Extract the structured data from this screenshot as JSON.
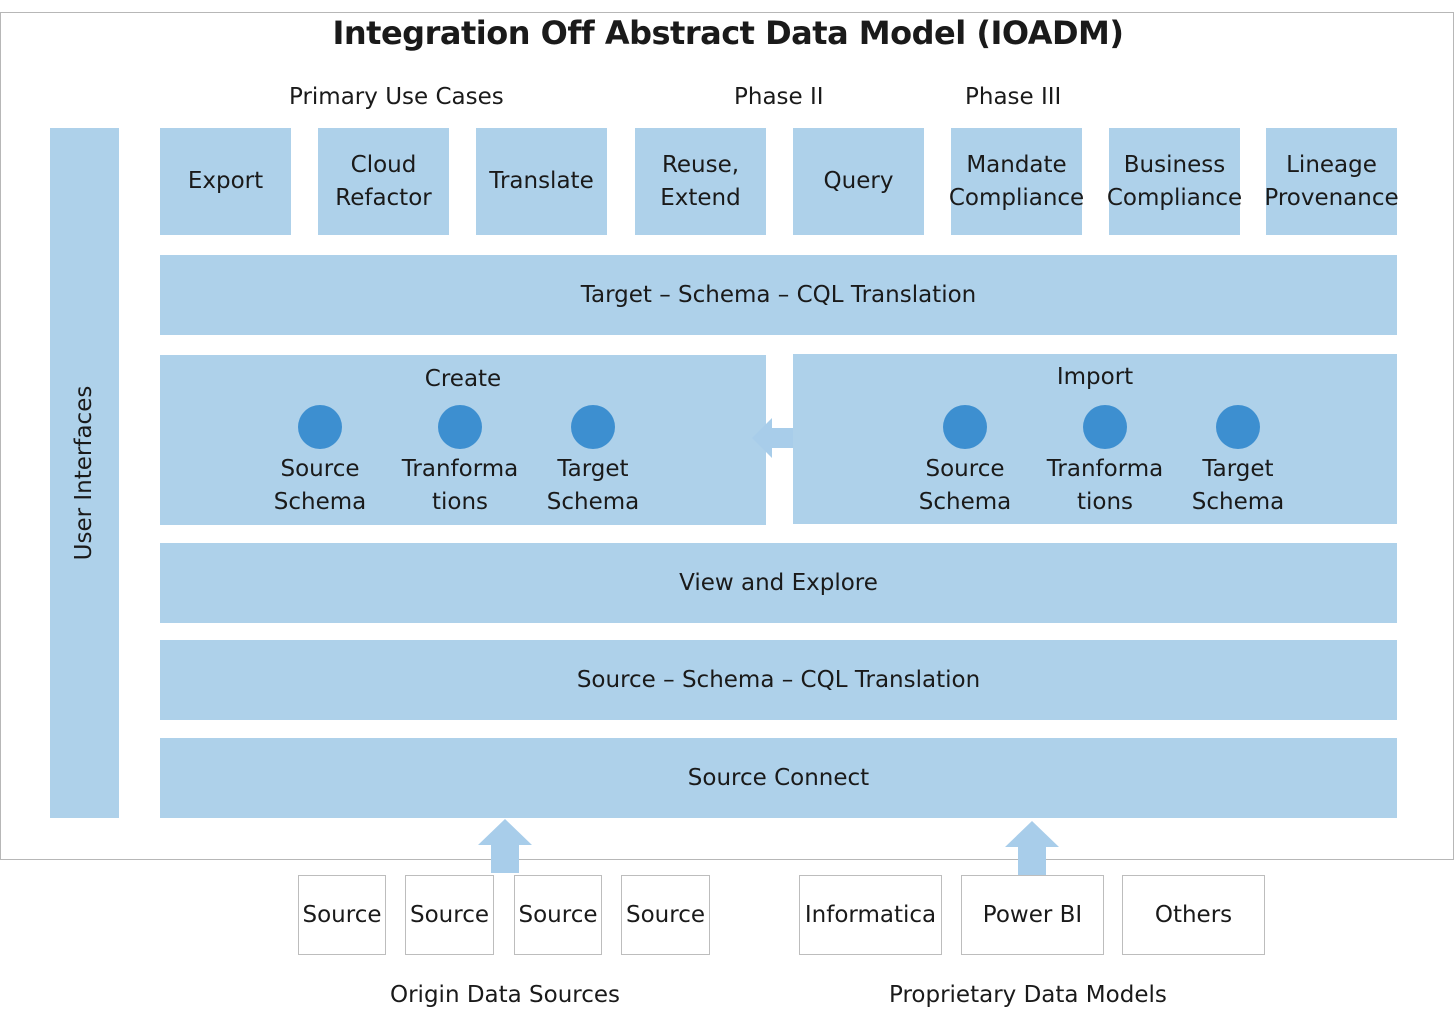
{
  "title": "Integration Off Abstract Data Model (IOADM)",
  "phases": {
    "primary": "Primary Use Cases",
    "phase2": "Phase II",
    "phase3": "Phase III"
  },
  "user_interfaces": "User Interfaces",
  "use_cases": [
    "Export",
    "Cloud\nRefactor",
    "Translate",
    "Reuse,\nExtend",
    "Query",
    "Mandate\nCompliance",
    "Business\nCompliance",
    "Lineage\nProvenance"
  ],
  "bands": {
    "target_translation": "Target – Schema – CQL Translation",
    "view_explore": "View and Explore",
    "source_translation": "Source – Schema  – CQL Translation",
    "source_connect": "Source Connect"
  },
  "create_panel": {
    "title": "Create",
    "nodes": [
      "Source\nSchema",
      "Tranforma\ntions",
      "Target\nSchema"
    ]
  },
  "import_panel": {
    "title": "Import",
    "nodes": [
      "Source\nSchema",
      "Tranforma\ntions",
      "Target\nSchema"
    ]
  },
  "origin_sources": [
    "Source",
    "Source",
    "Source",
    "Source"
  ],
  "proprietary_models": [
    "Informatica",
    "Power BI",
    "Others"
  ],
  "group_labels": {
    "origin": "Origin Data Sources",
    "proprietary": "Proprietary Data Models"
  },
  "colors": {
    "band_fill": "#aed1ea",
    "node_fill": "#3d8fd0",
    "arrow_fill": "#a8cdea"
  }
}
